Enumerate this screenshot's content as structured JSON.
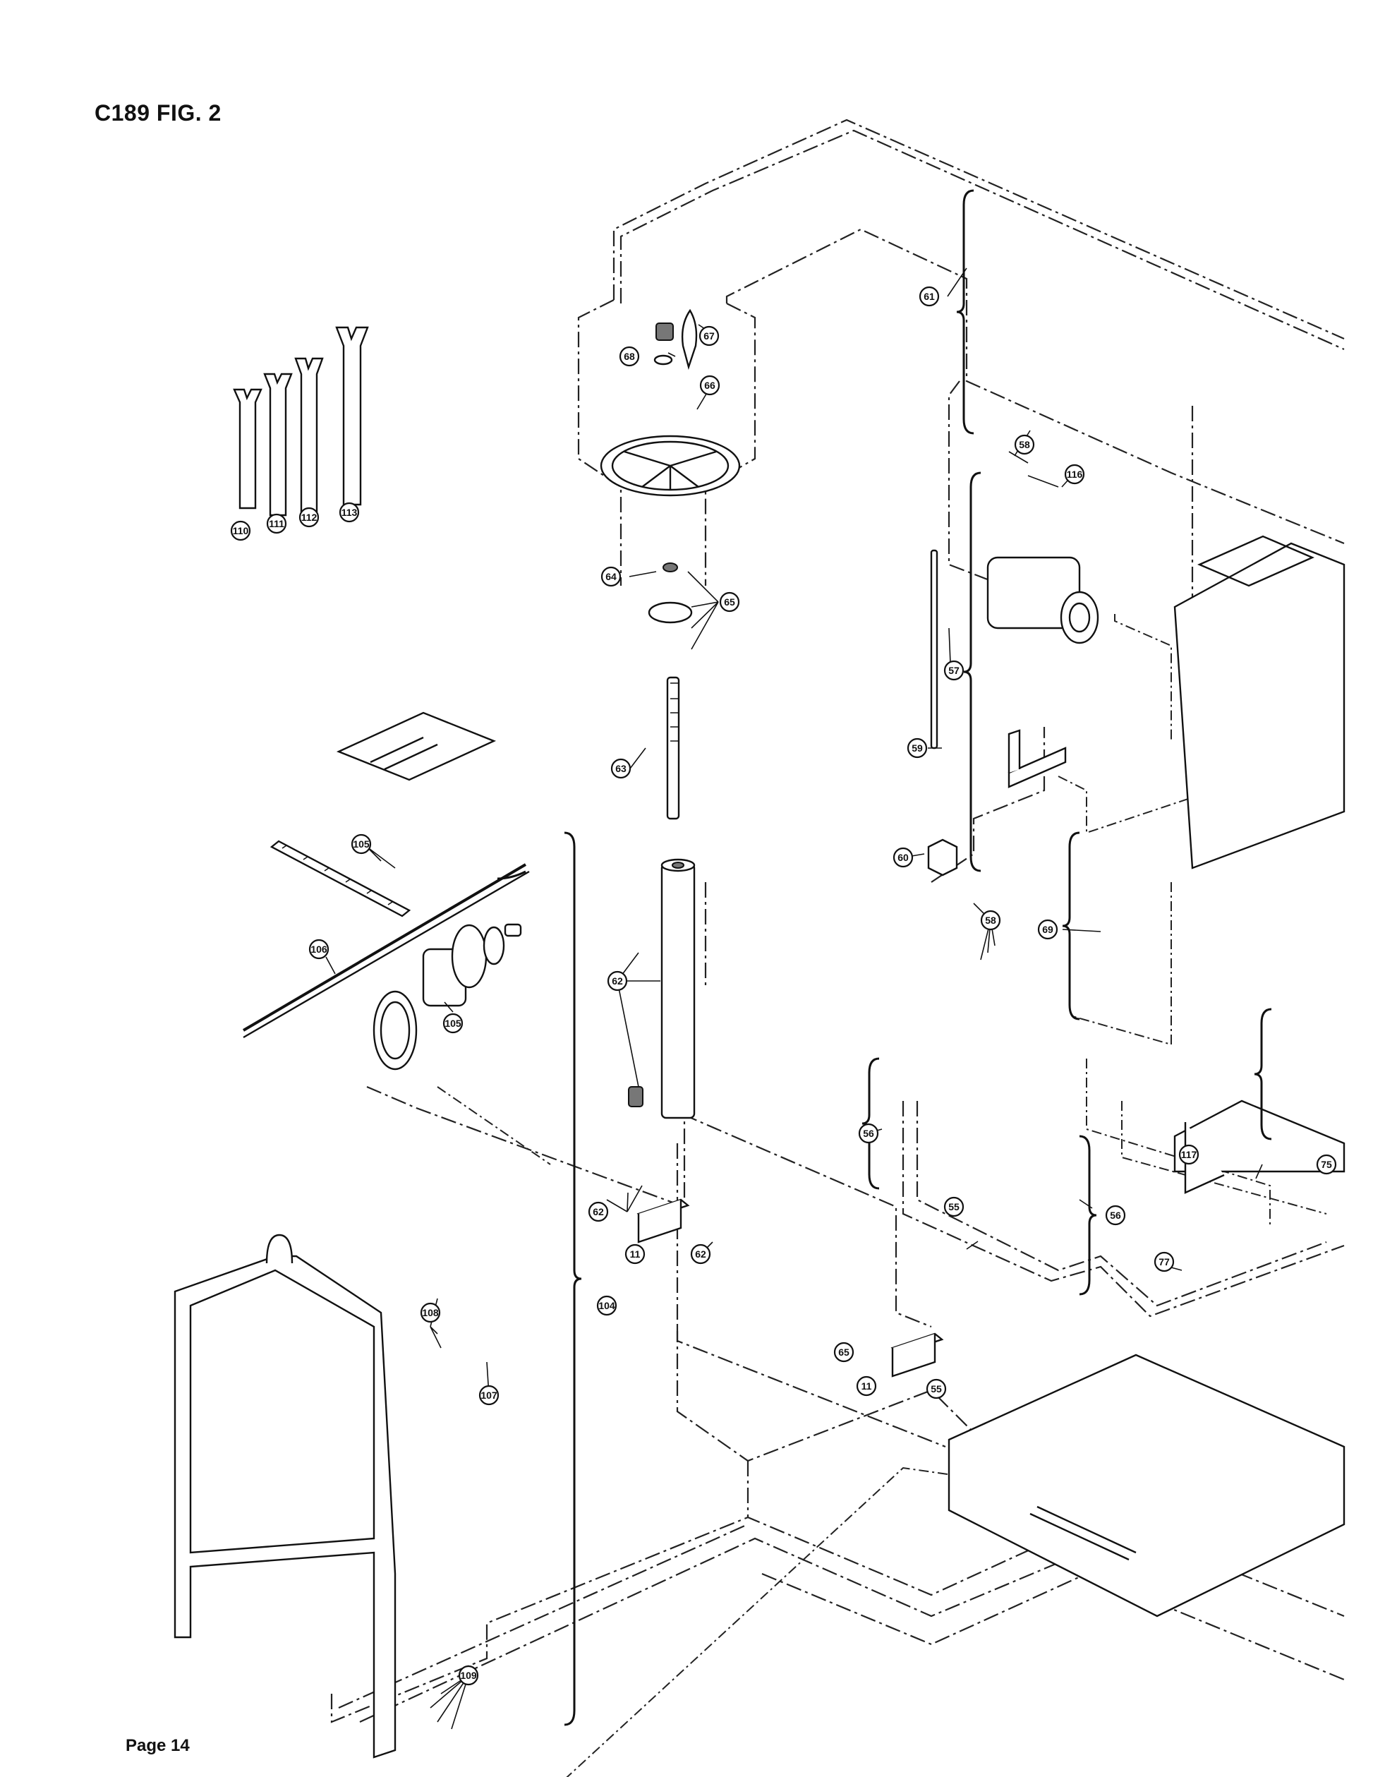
{
  "header": {
    "figure_title": "C189 FIG. 2"
  },
  "footer": {
    "page_label": "Page 14"
  },
  "callouts": [
    "110",
    "111",
    "112",
    "113",
    "68",
    "67",
    "66",
    "64",
    "65",
    "63",
    "62",
    "11",
    "61",
    "58",
    "116",
    "57",
    "59",
    "60",
    "69",
    "105",
    "106",
    "104",
    "108",
    "107",
    "109",
    "56",
    "55",
    "117",
    "75",
    "77"
  ]
}
